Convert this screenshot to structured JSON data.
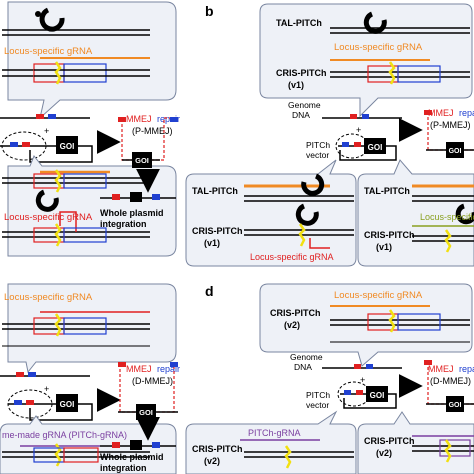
{
  "panel_letters": {
    "b": "b",
    "d": "d"
  },
  "panel_a": {
    "top_gRNA": "Locus-specific gRNA",
    "mmej_prefix": "MMEJ",
    "mmej_suffix": "repair",
    "mmej_sub": "(P-MMEJ)",
    "goi": "GOI",
    "plus": "+",
    "bottom_gRNA": "Locus-specific gRNA",
    "result_line1": "Whole plasmid",
    "result_line2": "integration"
  },
  "panel_b": {
    "tal_top": "TAL-PITCh",
    "cris_top_1": "CRIS-PITCh",
    "cris_top_2": "(v1)",
    "gRNA_top": "Locus-specific gRNA",
    "genome_1": "Genome",
    "genome_2": "DNA",
    "vector_1": "PITCh",
    "vector_2": "vector",
    "goi": "GOI",
    "plus": "+",
    "mmej_prefix": "MMEJ",
    "mmej_suffix": "repair",
    "mmej_sub": "(P-MMEJ)",
    "tal_left": "TAL-PITCh",
    "cris_left_1": "CRIS-PITCh",
    "cris_left_2": "(v1)",
    "gRNA_left": "Locus-specific gRNA",
    "tal_right": "TAL-PITCh",
    "gRNA_right": "Locus-specific",
    "cris_right_1": "CRIS-PITCh",
    "cris_right_2": "(v1)"
  },
  "panel_c": {
    "top_gRNA": "Locus-specific gRNA",
    "mmej_prefix": "MMEJ",
    "mmej_suffix": "repair",
    "mmej_sub": "(D-MMEJ)",
    "goi": "GOI",
    "plus": "+",
    "bottom_gRNA": "me-made gRNA (PITCh-gRNA)",
    "result_line1": "Whole plasmid",
    "result_line2": "integration"
  },
  "panel_d": {
    "gRNA_top": "Locus-specific gRNA",
    "cris_top_1": "CRIS-PITCh",
    "cris_top_2": "(v2)",
    "genome_1": "Genome",
    "genome_2": "DNA",
    "vector_1": "PITCh",
    "vector_2": "vector",
    "goi": "GOI",
    "plus": "+",
    "mmej_prefix": "MMEJ",
    "mmej_suffix": "repair",
    "mmej_sub": "(D-MMEJ)",
    "pitch_gRNA_left": "PITCh-gRNA",
    "cris_left_1": "CRIS-PITCh",
    "cris_left_2": "(v2)",
    "cris_right_1": "CRIS-PITCh",
    "cris_right_2": "(v2)"
  },
  "colors": {
    "orange": "#f08a24",
    "red": "#e02020",
    "blue": "#2040d0",
    "purple": "#7a3fa0",
    "olive": "#8aa020",
    "yellow": "#f2e010",
    "box_fill": "#eef1f7",
    "box_stroke": "#7a86a0"
  }
}
